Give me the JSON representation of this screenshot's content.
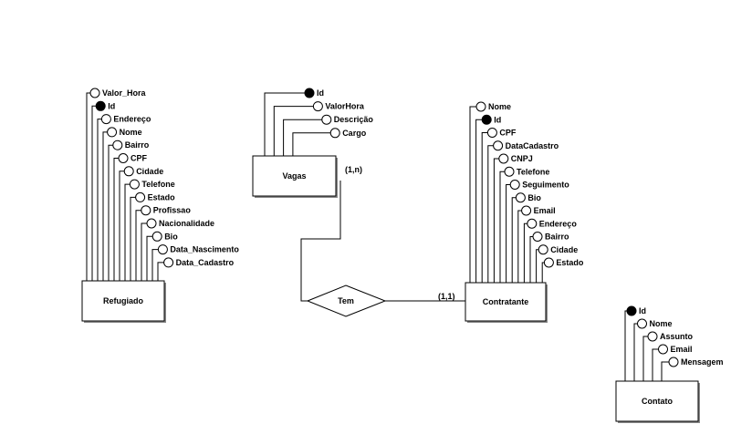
{
  "entities": [
    {
      "name": "Refugiado",
      "attributes": [
        {
          "label": "Valor_Hora",
          "key": false
        },
        {
          "label": "Id",
          "key": true
        },
        {
          "label": "Endereço",
          "key": false
        },
        {
          "label": "Nome",
          "key": false
        },
        {
          "label": "Bairro",
          "key": false
        },
        {
          "label": "CPF",
          "key": false
        },
        {
          "label": "Cidade",
          "key": false
        },
        {
          "label": "Telefone",
          "key": false
        },
        {
          "label": "Estado",
          "key": false
        },
        {
          "label": "Profissao",
          "key": false
        },
        {
          "label": "Nacionalidade",
          "key": false
        },
        {
          "label": "Bio",
          "key": false
        },
        {
          "label": "Data_Nascimento",
          "key": false
        },
        {
          "label": "Data_Cadastro",
          "key": false
        }
      ]
    },
    {
      "name": "Vagas",
      "attributes": [
        {
          "label": "Id",
          "key": true
        },
        {
          "label": "ValorHora",
          "key": false
        },
        {
          "label": "Descrição",
          "key": false
        },
        {
          "label": "Cargo",
          "key": false
        }
      ]
    },
    {
      "name": "Contratante",
      "attributes": [
        {
          "label": "Nome",
          "key": false
        },
        {
          "label": "Id",
          "key": true
        },
        {
          "label": "CPF",
          "key": false
        },
        {
          "label": "DataCadastro",
          "key": false
        },
        {
          "label": "CNPJ",
          "key": false
        },
        {
          "label": "Telefone",
          "key": false
        },
        {
          "label": "Seguimento",
          "key": false
        },
        {
          "label": "Bio",
          "key": false
        },
        {
          "label": "Email",
          "key": false
        },
        {
          "label": "Endereço",
          "key": false
        },
        {
          "label": "Bairro",
          "key": false
        },
        {
          "label": "Cidade",
          "key": false
        },
        {
          "label": "Estado",
          "key": false
        }
      ]
    },
    {
      "name": "Contato",
      "attributes": [
        {
          "label": "Id",
          "key": true
        },
        {
          "label": "Nome",
          "key": false
        },
        {
          "label": "Assunto",
          "key": false
        },
        {
          "label": "Email",
          "key": false
        },
        {
          "label": "Mensagem",
          "key": false
        }
      ]
    }
  ],
  "relationship": {
    "name": "Tem",
    "card_vagas": "(1,n)",
    "card_contratante": "(1,1)"
  }
}
